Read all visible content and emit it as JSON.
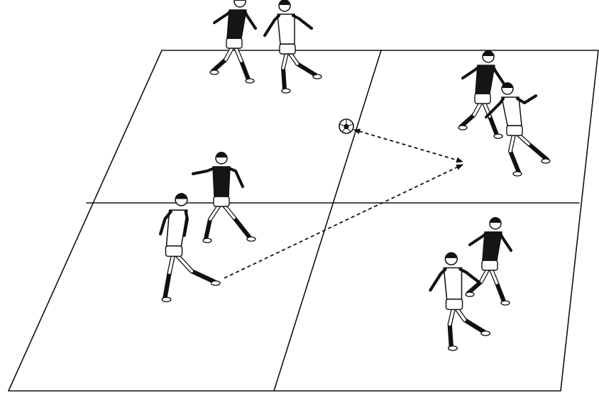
{
  "colors": {
    "ink": "#111111",
    "dark_jersey": "#151515",
    "light_jersey": "#ffffff",
    "field": "#ffffff"
  },
  "icons": {
    "ball": "soccer-ball-icon",
    "dark_player": "dark-jersey-player-icon",
    "light_player": "light-jersey-player-icon"
  },
  "field": {
    "grid_zones": 4
  },
  "players": [
    {
      "team": "dark",
      "zone": "top-left",
      "role": "defender"
    },
    {
      "team": "light",
      "zone": "top-left",
      "role": "attacker"
    },
    {
      "team": "dark",
      "zone": "top-right",
      "role": "defender"
    },
    {
      "team": "light",
      "zone": "top-right",
      "role": "attacker"
    },
    {
      "team": "dark",
      "zone": "center-left",
      "role": "defender"
    },
    {
      "team": "light",
      "zone": "bottom-left",
      "role": "passer"
    },
    {
      "team": "dark",
      "zone": "bottom-right",
      "role": "defender"
    },
    {
      "team": "light",
      "zone": "bottom-right",
      "role": "attacker"
    }
  ],
  "passes": [
    {
      "from": "bottom-left",
      "to": "top-right",
      "bidirectional": false
    },
    {
      "from": "top-right",
      "to": "ball",
      "bidirectional": true
    }
  ]
}
